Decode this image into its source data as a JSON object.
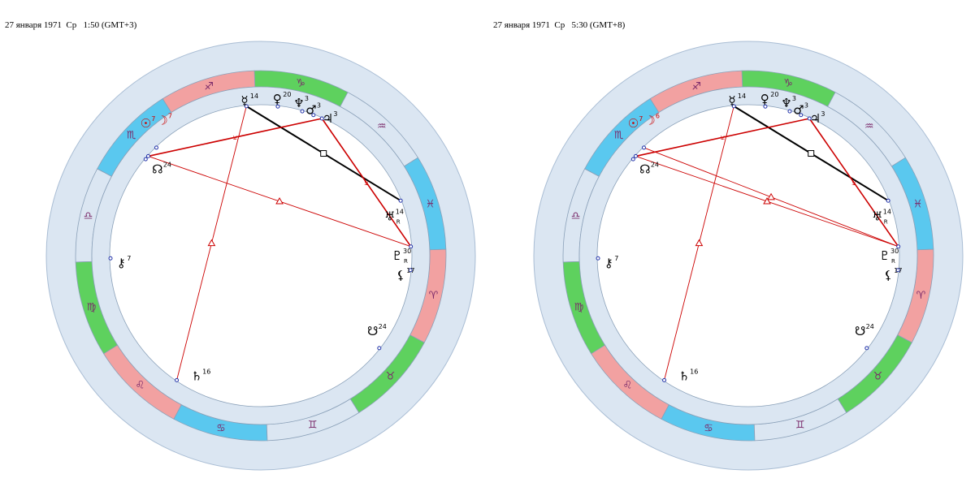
{
  "charts": [
    {
      "header": "27 января 1971  Ср   1:50 (GMT+3)",
      "signs": [
        {
          "glyph": "♑",
          "color": "#5ed15e"
        },
        {
          "glyph": "♐",
          "color": "#f2a1a1"
        },
        {
          "glyph": "♏",
          "color": "#5ac8ef"
        },
        {
          "glyph": "♎",
          "color": "#dbe6f2"
        },
        {
          "glyph": "♍",
          "color": "#5ed15e"
        },
        {
          "glyph": "♌",
          "color": "#f2a1a1"
        },
        {
          "glyph": "♋",
          "color": "#5ac8ef"
        },
        {
          "glyph": "♊",
          "color": "#dbe6f2"
        },
        {
          "glyph": "♉",
          "color": "#5ed15e"
        },
        {
          "glyph": "♈",
          "color": "#f2a1a1"
        },
        {
          "glyph": "♓",
          "color": "#5ac8ef"
        },
        {
          "glyph": "♒",
          "color": "#dbe6f2"
        }
      ],
      "planets": [
        {
          "name": "mercury",
          "glyph": "☿",
          "deg": "14",
          "retro": "",
          "color": "#000000"
        },
        {
          "name": "venus",
          "glyph": "♀",
          "deg": "20",
          "retro": "",
          "color": "#000000"
        },
        {
          "name": "neptune",
          "glyph": "♆",
          "deg": "3",
          "retro": "",
          "color": "#000000"
        },
        {
          "name": "mars",
          "glyph": "♂",
          "deg": "3",
          "retro": "",
          "color": "#000000"
        },
        {
          "name": "jupiter",
          "glyph": "♃",
          "deg": "3",
          "retro": "",
          "color": "#000000"
        },
        {
          "name": "moon",
          "glyph": "☽",
          "deg": "7",
          "retro": "",
          "color": "#cc0000"
        },
        {
          "name": "sun",
          "glyph": "☉",
          "deg": "7",
          "retro": "",
          "color": "#cc0000"
        },
        {
          "name": "north-node",
          "glyph": "☊",
          "deg": "24",
          "retro": "",
          "color": "#000000"
        },
        {
          "name": "uranus",
          "glyph": "♅",
          "deg": "14",
          "retro": "R",
          "color": "#000000"
        },
        {
          "name": "pluto",
          "glyph": "♇",
          "deg": "30",
          "retro": "R",
          "color": "#000000"
        },
        {
          "name": "lilith",
          "glyph": "⚸",
          "deg": "17",
          "retro": "",
          "color": "#000000"
        },
        {
          "name": "south-node",
          "glyph": "☋",
          "deg": "24",
          "retro": "",
          "color": "#000000"
        },
        {
          "name": "saturn",
          "glyph": "♄",
          "deg": "16",
          "retro": "",
          "color": "#000000"
        },
        {
          "name": "chiron",
          "glyph": "⚷",
          "deg": "7",
          "retro": "",
          "color": "#000000"
        }
      ],
      "aspects": [
        {
          "from": "mercury",
          "to": "uranus",
          "type": "square",
          "color": "#000000"
        },
        {
          "from": "sun",
          "to": "jupiter",
          "type": "semisextile",
          "color": "#cc0000"
        },
        {
          "from": "jupiter",
          "to": "pluto",
          "type": "semisextile",
          "color": "#cc0000"
        },
        {
          "from": "sun",
          "to": "pluto",
          "type": "trine",
          "color": "#cc0000"
        },
        {
          "from": "mercury",
          "to": "saturn",
          "type": "trine",
          "color": "#cc0000"
        }
      ]
    },
    {
      "header": "27 января 1971  Ср   5:30 (GMT+8)",
      "signs": [
        {
          "glyph": "♑",
          "color": "#5ed15e"
        },
        {
          "glyph": "♐",
          "color": "#f2a1a1"
        },
        {
          "glyph": "♏",
          "color": "#5ac8ef"
        },
        {
          "glyph": "♎",
          "color": "#dbe6f2"
        },
        {
          "glyph": "♍",
          "color": "#5ed15e"
        },
        {
          "glyph": "♌",
          "color": "#f2a1a1"
        },
        {
          "glyph": "♋",
          "color": "#5ac8ef"
        },
        {
          "glyph": "♊",
          "color": "#dbe6f2"
        },
        {
          "glyph": "♉",
          "color": "#5ed15e"
        },
        {
          "glyph": "♈",
          "color": "#f2a1a1"
        },
        {
          "glyph": "♓",
          "color": "#5ac8ef"
        },
        {
          "glyph": "♒",
          "color": "#dbe6f2"
        }
      ],
      "planets": [
        {
          "name": "mercury",
          "glyph": "☿",
          "deg": "14",
          "retro": "",
          "color": "#000000"
        },
        {
          "name": "venus",
          "glyph": "♀",
          "deg": "20",
          "retro": "",
          "color": "#000000"
        },
        {
          "name": "neptune",
          "glyph": "♆",
          "deg": "3",
          "retro": "",
          "color": "#000000"
        },
        {
          "name": "mars",
          "glyph": "♂",
          "deg": "3",
          "retro": "",
          "color": "#000000"
        },
        {
          "name": "jupiter",
          "glyph": "♃",
          "deg": "3",
          "retro": "",
          "color": "#000000"
        },
        {
          "name": "moon",
          "glyph": "☽",
          "deg": "6",
          "retro": "",
          "color": "#cc0000"
        },
        {
          "name": "sun",
          "glyph": "☉",
          "deg": "7",
          "retro": "",
          "color": "#cc0000"
        },
        {
          "name": "north-node",
          "glyph": "☊",
          "deg": "24",
          "retro": "",
          "color": "#000000"
        },
        {
          "name": "uranus",
          "glyph": "♅",
          "deg": "14",
          "retro": "R",
          "color": "#000000"
        },
        {
          "name": "pluto",
          "glyph": "♇",
          "deg": "30",
          "retro": "R",
          "color": "#000000"
        },
        {
          "name": "lilith",
          "glyph": "⚸",
          "deg": "17",
          "retro": "",
          "color": "#000000"
        },
        {
          "name": "south-node",
          "glyph": "☋",
          "deg": "24",
          "retro": "",
          "color": "#000000"
        },
        {
          "name": "saturn",
          "glyph": "♄",
          "deg": "16",
          "retro": "",
          "color": "#000000"
        },
        {
          "name": "chiron",
          "glyph": "⚷",
          "deg": "7",
          "retro": "",
          "color": "#000000"
        }
      ],
      "aspects": [
        {
          "from": "mercury",
          "to": "uranus",
          "type": "square",
          "color": "#000000"
        },
        {
          "from": "sun",
          "to": "jupiter",
          "type": "semisextile",
          "color": "#cc0000"
        },
        {
          "from": "jupiter",
          "to": "pluto",
          "type": "semisextile",
          "color": "#cc0000"
        },
        {
          "from": "sun",
          "to": "pluto",
          "type": "trine",
          "color": "#cc0000"
        },
        {
          "from": "moon",
          "to": "pluto",
          "type": "trine",
          "color": "#cc0000"
        },
        {
          "from": "mercury",
          "to": "saturn",
          "type": "trine",
          "color": "#cc0000"
        }
      ]
    }
  ]
}
